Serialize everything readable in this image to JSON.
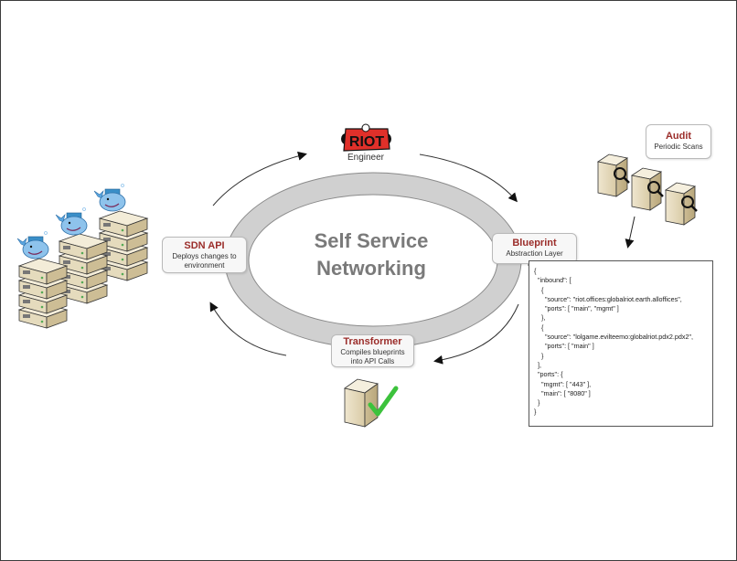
{
  "diagram": {
    "center": {
      "line1": "Self Service",
      "line2": "Networking"
    },
    "engineer": {
      "logo": "riot-logo",
      "label": "Engineer"
    },
    "nodes": {
      "blueprint": {
        "title": "Blueprint",
        "subtitle": "Abstraction Layer"
      },
      "transformer": {
        "title": "Transformer",
        "subtitle_line1": "Compiles blueprints",
        "subtitle_line2": "into API Calls"
      },
      "sdn_api": {
        "title": "SDN API",
        "subtitle_line1": "Deploys changes to",
        "subtitle_line2": "environment"
      },
      "audit": {
        "title": "Audit",
        "subtitle": "Periodic Scans"
      }
    },
    "icons": {
      "audit_servers": "server-magnifier-icon",
      "transformer_server": "server-checkmark-icon",
      "docker_stacks": "docker-whale-server-stack-icon"
    },
    "blueprint_json": "{\n  \"inbound\": [\n    {\n      \"source\": \"riot.offices:globalriot.earth.alloffices\",\n      \"ports\": [ \"main\", \"mgmt\" ]\n    },\n    {\n      \"source\": \"lolgame.evilteemo:globalriot.pdx2.pdx2\",\n      \"ports\": [ \"main\" ]\n    }\n  ],\n  \"ports\": {\n    \"mgmt\": [ \"443\" ],\n    \"main\": [ \"8080\" ]\n  }\n}",
    "colors": {
      "accent_title": "#9b2d2a",
      "ring": "#d0d0d0",
      "center_text": "#7a7a7a",
      "check": "#3cc23c",
      "riot_red": "#e0302a"
    }
  }
}
